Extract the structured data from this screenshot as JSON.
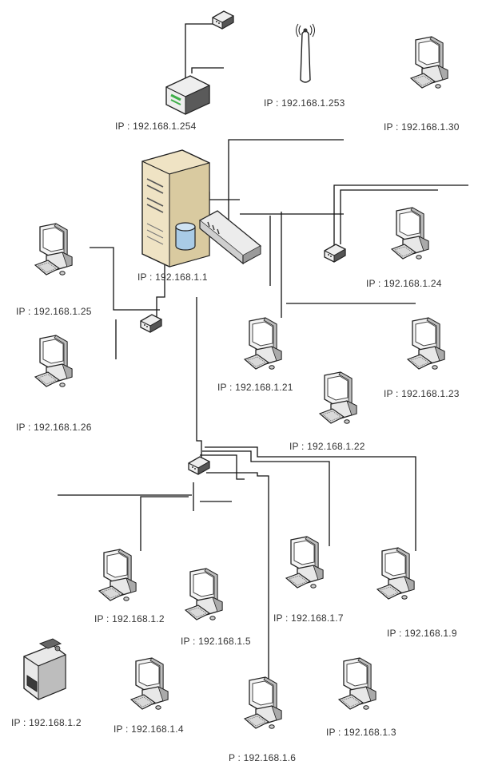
{
  "labels": {
    "router_top": "IP : 192.168.1.254",
    "antenna": "IP : 192.168.1.253",
    "pc_30": "IP : 192.168.1.30",
    "server": "IP : 192.168.1.1",
    "pc_25": "IP : 192.168.1.25",
    "pc_26": "IP : 192.168.1.26",
    "pc_24": "IP : 192.168.1.24",
    "pc_21": "IP : 192.168.1.21",
    "pc_23": "IP : 192.168.1.23",
    "pc_22": "IP : 192.168.1.22",
    "pc_2": "IP : 192.168.1.2",
    "pc_5": "IP : 192.168.1.5",
    "pc_7": "IP : 192.168.1.7",
    "pc_9": "IP : 192.168.1.9",
    "printer": "IP : 192.168.1.2",
    "pc_4": "IP : 192.168.1.4",
    "pc_6": "P : 192.168.1.6",
    "pc_3": "IP : 192.168.1.3"
  },
  "colors": {
    "line": "#111111",
    "device_face": "#f2f2f2",
    "device_dark": "#3a3a3a",
    "server_body": "#efe3c4",
    "database": "#a9cbe6",
    "router_green": "#3fae49"
  },
  "icons": [
    "computer-icon",
    "server-icon",
    "database-icon",
    "switch-icon",
    "hub-icon",
    "router-icon",
    "antenna-icon",
    "printer-icon"
  ]
}
